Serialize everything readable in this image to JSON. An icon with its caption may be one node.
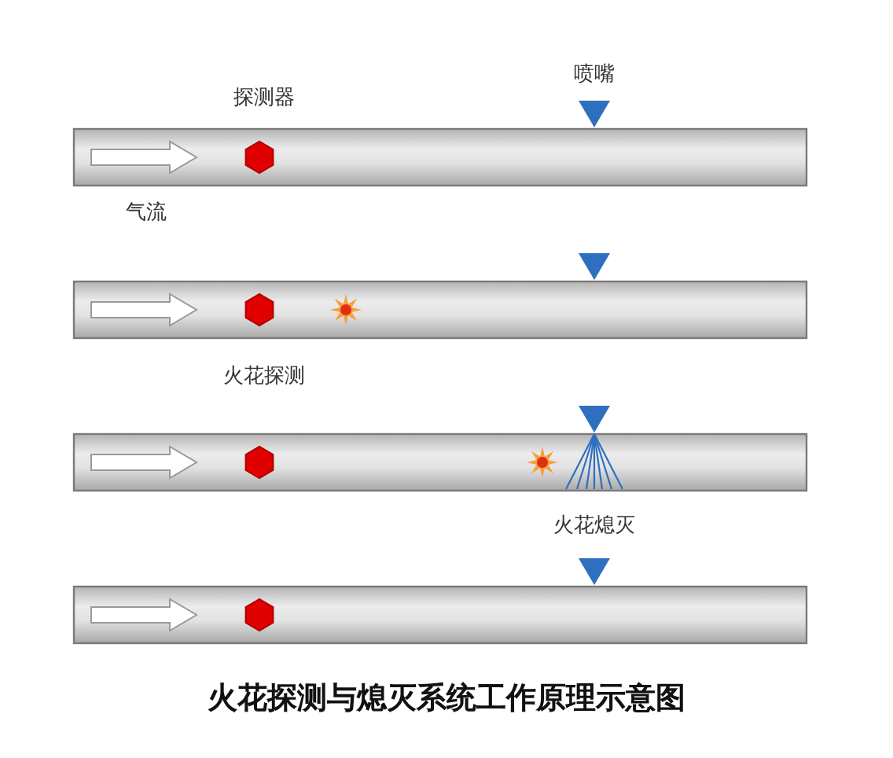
{
  "diagram": {
    "caption": "火花探测与熄灭系统工作原理示意图",
    "labels": [
      "喷嘴",
      "探测器",
      "气流",
      "火花探测",
      "火花熄灭"
    ]
  }
}
